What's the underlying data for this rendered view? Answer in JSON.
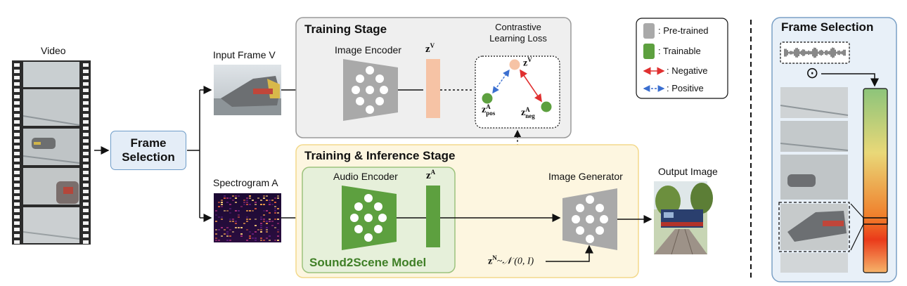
{
  "left": {
    "video_label": "Video",
    "frame_selection_button": "Frame\nSelection",
    "input_frame_label": "Input Frame V",
    "spectrogram_label": "Spectrogram A"
  },
  "training_stage": {
    "title": "Training Stage",
    "image_encoder_label": "Image Encoder",
    "zv_label": "z",
    "zv_sup": "V",
    "contrastive_label_line1": "Contrastive",
    "contrastive_label_line2": "Learning Loss",
    "node_zv": "z",
    "node_zv_sup": "V",
    "node_pos": "z",
    "node_pos_sup": "A",
    "node_pos_sub": "pos",
    "node_neg": "z",
    "node_neg_sup": "A",
    "node_neg_sub": "neg"
  },
  "inference_stage": {
    "title": "Training & Inference Stage",
    "audio_encoder_label": "Audio Encoder",
    "za_label": "z",
    "za_sup": "A",
    "model_name": "Sound2Scene Model",
    "image_generator_label": "Image Generator",
    "noise_label": "z",
    "noise_sup": "N",
    "noise_dist": "~𝒩 (0, I)"
  },
  "output": {
    "label": "Output Image"
  },
  "legend": {
    "items": [
      {
        "label": ": Pre-trained",
        "kind": "pretrained"
      },
      {
        "label": ": Trainable",
        "kind": "trainable"
      },
      {
        "label": ": Negative",
        "kind": "negative"
      },
      {
        "label": ": Positive",
        "kind": "positive"
      }
    ]
  },
  "frame_selection_panel": {
    "title": "Frame Selection",
    "odot": "⊙"
  },
  "colors": {
    "gray_block": "#a9a9a9",
    "green": "#5da03f",
    "peach": "#f6c3a5",
    "negative": "#e03030",
    "positive": "#3b6fd0",
    "training_bg": "#efefef",
    "inference_bg": "#fdf6e0",
    "model_bg": "#e6f0da",
    "button_bg": "#e4edf7",
    "button_border": "#6e9cc8"
  }
}
